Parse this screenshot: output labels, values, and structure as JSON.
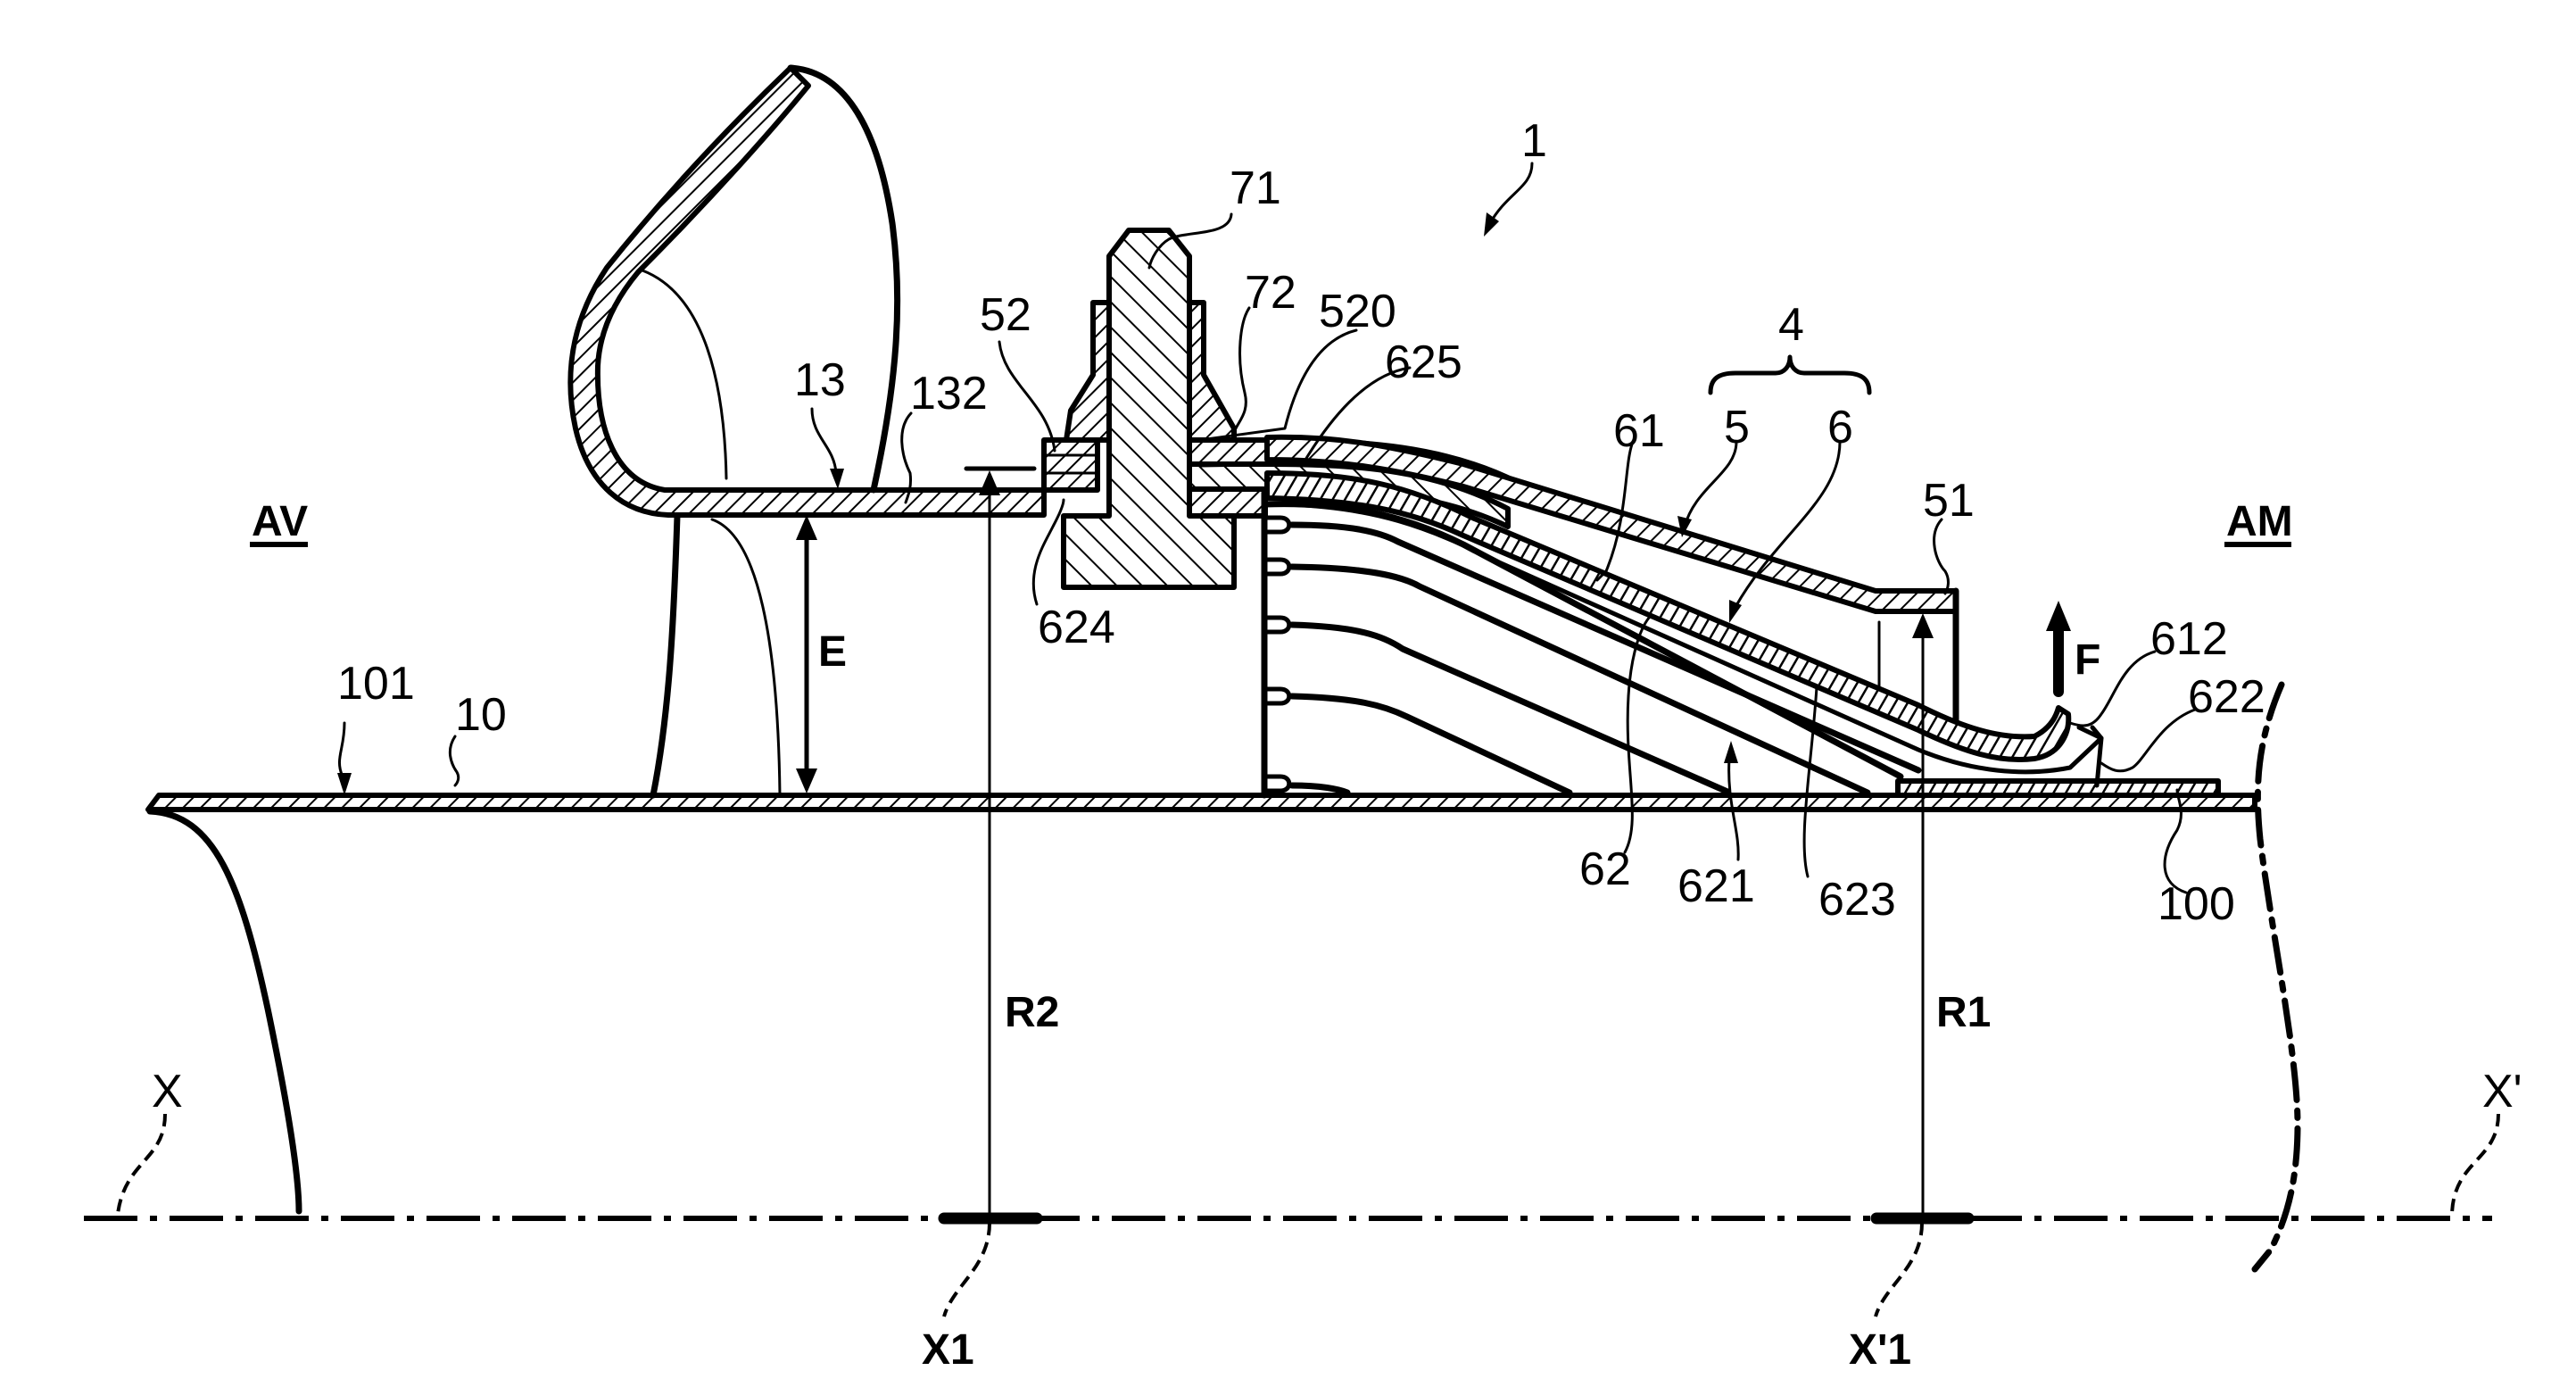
{
  "figure": {
    "description": "Patent cross-section drawing of an aircraft nacelle/engine assembly with fastening flange, deformable element and radial guide vanes",
    "zones": {
      "front": "AV",
      "rear": "AM"
    },
    "axis": {
      "start_label": "X",
      "end_label": "X'",
      "ref1_label": "X1",
      "ref2_label": "X'1"
    },
    "dimensions": {
      "radius_front": "R2",
      "radius_rear": "R1",
      "gap": "E",
      "force": "F"
    },
    "reference_numerals": {
      "assembly": "1",
      "group": "4",
      "outer_shell": "5",
      "inner_shell": "6",
      "base_wall": "10",
      "base_insert": "100",
      "base_surface": "101",
      "lip": "13",
      "lip_wall": "132",
      "shell_end": "51",
      "front_flange": "52",
      "flange_face": "520",
      "layer": "61",
      "layer_tip": "612",
      "vane_set": "62",
      "vane": "621",
      "vane_tip": "622",
      "vane_root": "623",
      "flange_layer_a": "624",
      "flange_layer_b": "625",
      "bolt": "71",
      "nut": "72"
    }
  }
}
